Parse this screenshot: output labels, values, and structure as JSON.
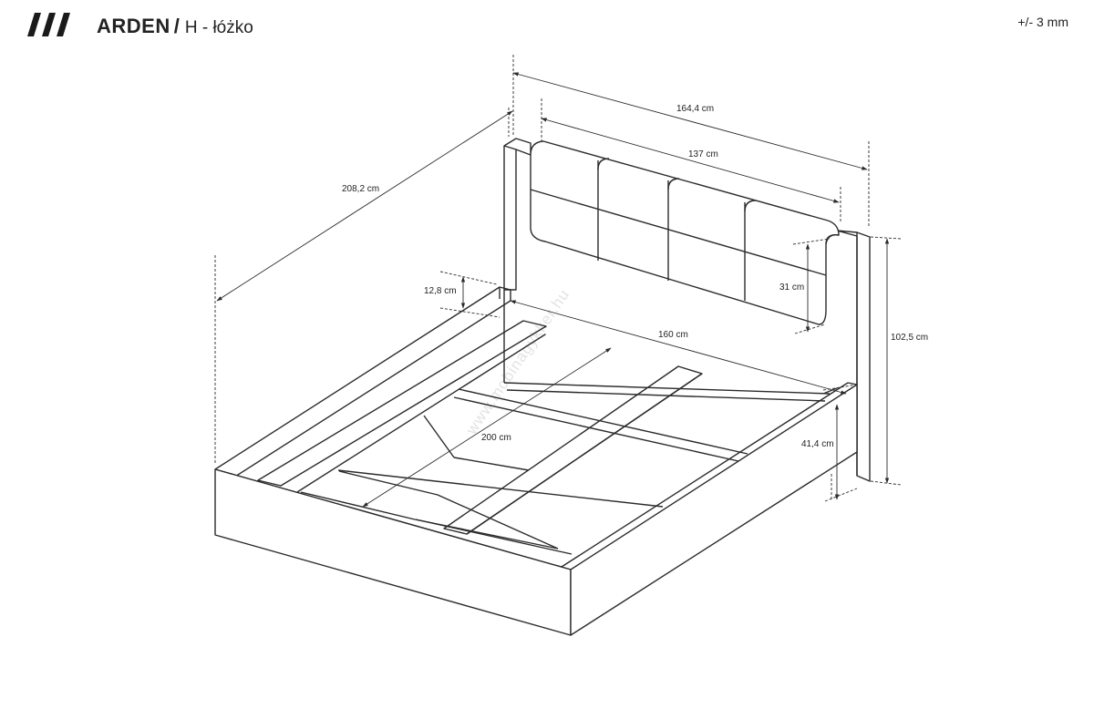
{
  "header": {
    "logo_icon": "triple-slash-logo-icon",
    "brand": "ARDEN",
    "separator": "/",
    "product": "H - łóżko",
    "tolerance": "+/- 3 mm"
  },
  "dimensions": {
    "total_width": "164,4 cm",
    "headboard_cushion_width": "137 cm",
    "total_length": "208,2 cm",
    "mattress_width": "160 cm",
    "mattress_length": "200 cm",
    "cushion_height": "31 cm",
    "total_height": "102,5 cm",
    "side_rail_height": "12,8 cm",
    "frame_height": "41,4 cm"
  },
  "watermark": "www.mobinagykker.hu",
  "colors": {
    "line": "#2b2b2b",
    "text": "#222222"
  }
}
